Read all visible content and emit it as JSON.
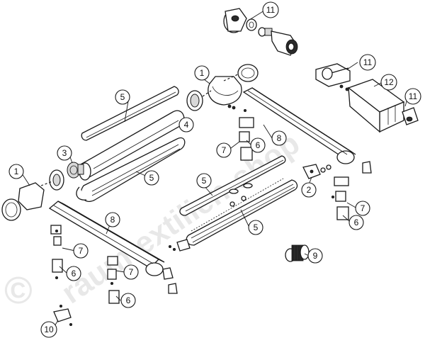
{
  "watermark": {
    "copyright_symbol": "©",
    "text": "raumtextilien-shop"
  },
  "callouts": {
    "c1a": "1",
    "c1b": "1",
    "c2": "2",
    "c3": "3",
    "c4": "4",
    "c5a": "5",
    "c5b": "5",
    "c5c": "5",
    "c5d": "5",
    "c6a": "6",
    "c6b": "6",
    "c6c": "6",
    "c6d": "6",
    "c7a": "7",
    "c7b": "7",
    "c7c": "7",
    "c7d": "7",
    "c8a": "8",
    "c8b": "8",
    "c9": "9",
    "c10": "10",
    "c11a": "11",
    "c11b": "11",
    "c11c": "11",
    "c12": "12"
  }
}
